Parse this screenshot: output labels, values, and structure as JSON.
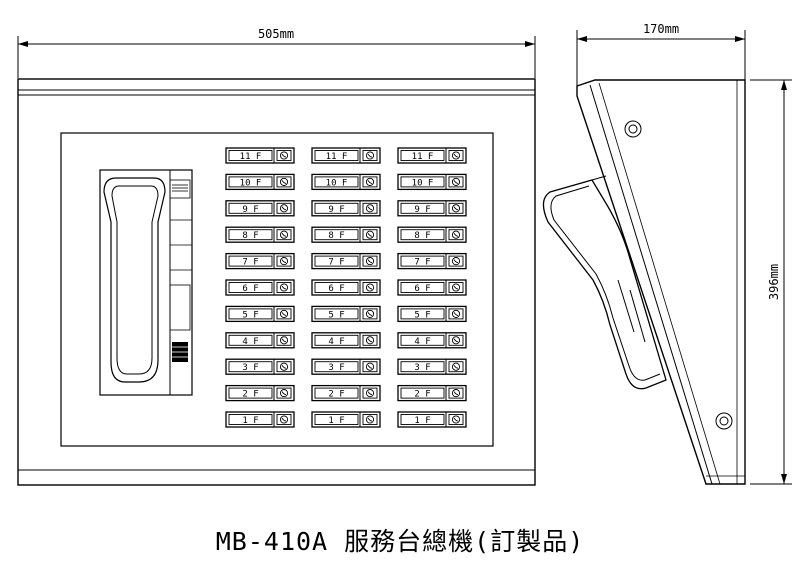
{
  "dimensions": {
    "width": "505mm",
    "depth": "170mm",
    "height": "396mm"
  },
  "caption": "MB-410A 服務台總機(訂製品)",
  "floor_button_labels": [
    "11 F",
    "10 F",
    "9 F",
    "8 F",
    "7 F",
    "6 F",
    "5 F",
    "4 F",
    "3 F",
    "2 F",
    "1 F"
  ],
  "button_columns": 3,
  "icons": {
    "handset": "telephone-handset-icon",
    "button_symbol": "phone-call-icon",
    "side_screw": "screw-icon"
  }
}
